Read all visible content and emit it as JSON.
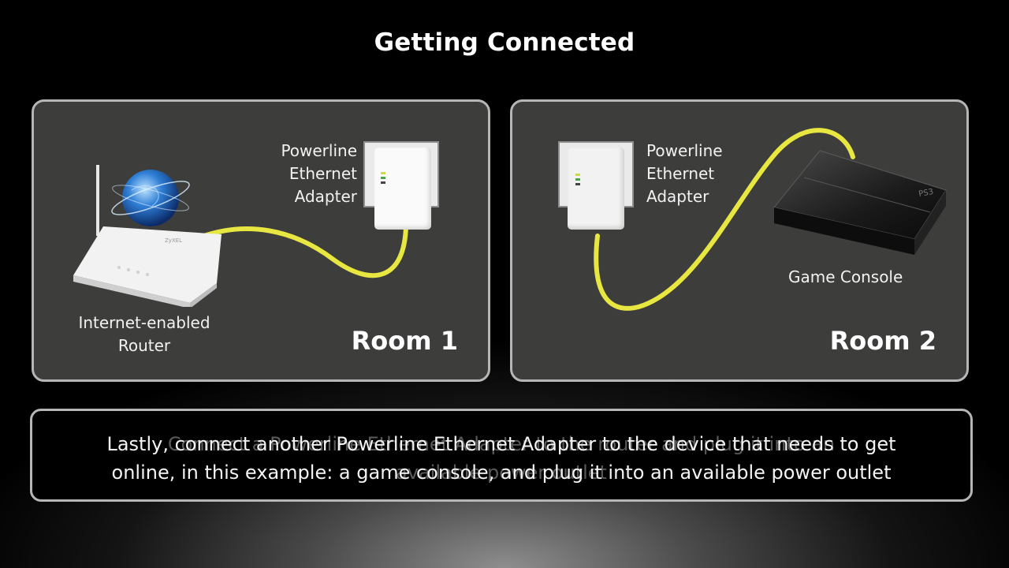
{
  "title": "Getting Connected",
  "room1": {
    "title": "Room 1",
    "router_label": [
      "Internet-enabled",
      "Router"
    ],
    "adapter_label": [
      "Powerline",
      "Ethernet",
      "Adapter"
    ]
  },
  "room2": {
    "title": "Room 2",
    "adapter_label": [
      "Powerline",
      "Ethernet",
      "Adapter"
    ],
    "console_label": "Game Console"
  },
  "caption": {
    "text": "Lastly, connect another Powerline Ethernet Adapter to the device that needs to get online, in this example: a game console, and plug it into an available power outlet",
    "ghost_text": "Connect a Powerline Ethernet Adapter to the router and plug it into an available power outlet"
  },
  "colors": {
    "cable": "#e8e640",
    "panel_bg": "#3d3d3c",
    "panel_border": "#b6b6b6"
  }
}
